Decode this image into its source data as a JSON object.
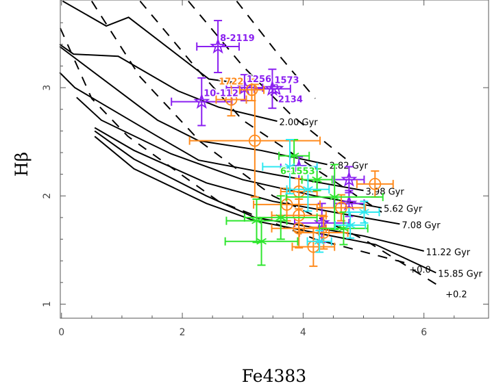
{
  "chart_data": {
    "type": "scatter",
    "title": "",
    "xlabel": "Fe4383",
    "ylabel": "Hβ",
    "xlim": [
      -0.02,
      7.07
    ],
    "ylim": [
      0.87,
      3.81
    ],
    "xticks": [
      0,
      2,
      4,
      6
    ],
    "yticks": [
      1,
      2,
      3
    ],
    "grid": false,
    "colors": {
      "purple": "#8a1ff0",
      "orange": "#ff8a1c",
      "green": "#2ee62e",
      "cyan": "#2ee8f0",
      "model": "#000000"
    },
    "age_lines": [
      {
        "label": "",
        "points": [
          [
            0.02,
            3.8
          ],
          [
            0.74,
            3.57
          ],
          [
            1.11,
            3.65
          ],
          [
            2.44,
            3.08
          ],
          [
            2.97,
            3.04
          ]
        ]
      },
      {
        "label": "2.00 Gyr",
        "points": [
          [
            -0.03,
            3.4
          ],
          [
            0.2,
            3.31
          ],
          [
            0.94,
            3.29
          ],
          [
            1.93,
            2.97
          ],
          [
            2.6,
            2.82
          ],
          [
            3.57,
            2.69
          ]
        ]
      },
      {
        "label": "2.82 Gyr",
        "points": [
          [
            -0.03,
            3.38
          ],
          [
            1.59,
            2.7
          ],
          [
            2.27,
            2.51
          ],
          [
            3.3,
            2.42
          ],
          [
            4.4,
            2.29
          ]
        ]
      },
      {
        "label": "3.98 Gyr",
        "points": [
          [
            -0.03,
            3.14
          ],
          [
            0.22,
            3.0
          ],
          [
            1.59,
            2.55
          ],
          [
            2.27,
            2.33
          ],
          [
            3.5,
            2.2
          ],
          [
            5.0,
            2.05
          ]
        ]
      },
      {
        "label": "5.62 Gyr",
        "points": [
          [
            0.25,
            2.91
          ],
          [
            0.66,
            2.7
          ],
          [
            1.81,
            2.39
          ],
          [
            3.0,
            2.15
          ],
          [
            4.2,
            2.0
          ],
          [
            5.3,
            1.89
          ]
        ]
      },
      {
        "label": "7.08 Gyr",
        "points": [
          [
            0.55,
            2.63
          ],
          [
            1.2,
            2.42
          ],
          [
            2.4,
            2.12
          ],
          [
            3.5,
            1.95
          ],
          [
            5.6,
            1.74
          ]
        ]
      },
      {
        "label": "11.22 Gyr",
        "points": [
          [
            0.55,
            2.6
          ],
          [
            1.2,
            2.34
          ],
          [
            2.4,
            2.0
          ],
          [
            3.2,
            1.8
          ],
          [
            5.0,
            1.63
          ],
          [
            6.0,
            1.49
          ]
        ]
      },
      {
        "label": "15.85 Gyr",
        "points": [
          [
            0.55,
            2.55
          ],
          [
            1.2,
            2.25
          ],
          [
            2.4,
            1.93
          ],
          [
            3.2,
            1.77
          ],
          [
            5.2,
            1.55
          ],
          [
            6.2,
            1.29
          ]
        ]
      }
    ],
    "metallicity_lines": [
      {
        "label": "+0.0",
        "points": [
          [
            -0.02,
            3.55
          ],
          [
            0.5,
            2.9
          ],
          [
            1.1,
            2.55
          ],
          [
            2.6,
            1.95
          ],
          [
            4.2,
            1.6
          ],
          [
            5.7,
            1.38
          ]
        ]
      },
      {
        "label": "+0.2",
        "points": [
          [
            0.5,
            3.8
          ],
          [
            1.3,
            3.1
          ],
          [
            2.3,
            2.5
          ],
          [
            3.5,
            2.0
          ],
          [
            5.0,
            1.6
          ],
          [
            6.3,
            1.15
          ]
        ]
      },
      {
        "label": "",
        "points": [
          [
            1.3,
            3.8
          ],
          [
            2.2,
            3.2
          ],
          [
            3.0,
            2.7
          ],
          [
            4.2,
            2.25
          ],
          [
            5.3,
            1.85
          ]
        ]
      },
      {
        "label": "",
        "points": [
          [
            2.1,
            3.8
          ],
          [
            3.0,
            3.2
          ],
          [
            3.8,
            2.75
          ],
          [
            4.8,
            2.3
          ]
        ]
      },
      {
        "label": "",
        "points": [
          [
            2.9,
            3.8
          ],
          [
            3.6,
            3.3
          ],
          [
            4.2,
            2.9
          ]
        ]
      }
    ],
    "series": [
      {
        "color": "purple",
        "marker": "star",
        "points": [
          {
            "x": 2.59,
            "y": 3.38,
            "xerr": 0.35,
            "yerr": 0.24,
            "label": "8-2119"
          },
          {
            "x": 2.32,
            "y": 2.87,
            "xerr": 0.5,
            "yerr": 0.22,
            "label": "10-112"
          },
          {
            "x": 3.03,
            "y": 3.0,
            "xerr": 0.3,
            "yerr": 0.12,
            "label": "1256"
          },
          {
            "x": 3.49,
            "y": 2.99,
            "xerr": 0.3,
            "yerr": 0.18,
            "label": "1573"
          },
          {
            "x": 3.55,
            "y": 2.99,
            "xerr": 0.0,
            "yerr": 0.0,
            "label": "2134"
          },
          {
            "x": 3.93,
            "y": 2.26,
            "xerr": 0.3,
            "yerr": 0.1,
            "label": ""
          },
          {
            "x": 4.76,
            "y": 2.15,
            "xerr": 0.25,
            "yerr": 0.12,
            "label": ""
          },
          {
            "x": 4.76,
            "y": 1.93,
            "xerr": 0.25,
            "yerr": 0.12,
            "label": ""
          },
          {
            "x": 4.31,
            "y": 1.75,
            "xerr": 0.45,
            "yerr": 0.18,
            "label": ""
          }
        ]
      },
      {
        "color": "orange",
        "marker": "circle-plus",
        "points": [
          {
            "x": 3.2,
            "y": 2.51,
            "xerr": 1.08,
            "yerr": 0.52,
            "label": ""
          },
          {
            "x": 2.81,
            "y": 2.89,
            "xerr": 0.25,
            "yerr": 0.15,
            "label": ""
          },
          {
            "x": 3.15,
            "y": 2.98,
            "xerr": 0.2,
            "yerr": 0.1,
            "label": "1722"
          },
          {
            "x": 5.19,
            "y": 2.11,
            "xerr": 0.3,
            "yerr": 0.12,
            "label": ""
          },
          {
            "x": 3.73,
            "y": 1.92,
            "xerr": 0.55,
            "yerr": 0.15,
            "label": ""
          },
          {
            "x": 3.93,
            "y": 2.04,
            "xerr": 0.3,
            "yerr": 0.12,
            "label": ""
          },
          {
            "x": 3.93,
            "y": 1.82,
            "xerr": 0.45,
            "yerr": 0.15,
            "label": ""
          },
          {
            "x": 3.93,
            "y": 1.7,
            "xerr": 0.45,
            "yerr": 0.18,
            "label": ""
          },
          {
            "x": 4.63,
            "y": 1.89,
            "xerr": 0.4,
            "yerr": 0.12,
            "label": ""
          },
          {
            "x": 4.34,
            "y": 1.66,
            "xerr": 0.4,
            "yerr": 0.15,
            "label": ""
          },
          {
            "x": 4.17,
            "y": 1.53,
            "xerr": 0.35,
            "yerr": 0.18,
            "label": ""
          }
        ]
      },
      {
        "color": "green",
        "marker": "asterisk",
        "points": [
          {
            "x": 3.85,
            "y": 2.37,
            "xerr": 0.25,
            "yerr": 0.15,
            "label": ""
          },
          {
            "x": 4.23,
            "y": 2.15,
            "xerr": 0.25,
            "yerr": 0.1,
            "label": "6-1553"
          },
          {
            "x": 4.52,
            "y": 1.99,
            "xerr": 0.8,
            "yerr": 0.3,
            "label": ""
          },
          {
            "x": 3.63,
            "y": 1.8,
            "xerr": 0.6,
            "yerr": 0.2,
            "label": ""
          },
          {
            "x": 3.23,
            "y": 1.77,
            "xerr": 0.5,
            "yerr": 0.2,
            "label": ""
          },
          {
            "x": 3.31,
            "y": 1.58,
            "xerr": 0.6,
            "yerr": 0.22,
            "label": ""
          },
          {
            "x": 4.67,
            "y": 1.7,
            "xerr": 0.4,
            "yerr": 0.15,
            "label": ""
          }
        ]
      },
      {
        "color": "cyan",
        "marker": "asterisk",
        "points": [
          {
            "x": 3.78,
            "y": 2.27,
            "xerr": 0.45,
            "yerr": 0.25,
            "label": ""
          },
          {
            "x": 4.08,
            "y": 2.06,
            "xerr": 0.35,
            "yerr": 0.2,
            "label": ""
          },
          {
            "x": 5.01,
            "y": 1.85,
            "xerr": 0.25,
            "yerr": 0.1,
            "label": ""
          },
          {
            "x": 4.78,
            "y": 1.73,
            "xerr": 0.25,
            "yerr": 0.12,
            "label": ""
          },
          {
            "x": 4.27,
            "y": 1.58,
            "xerr": 0.2,
            "yerr": 0.1,
            "label": ""
          }
        ]
      }
    ]
  }
}
